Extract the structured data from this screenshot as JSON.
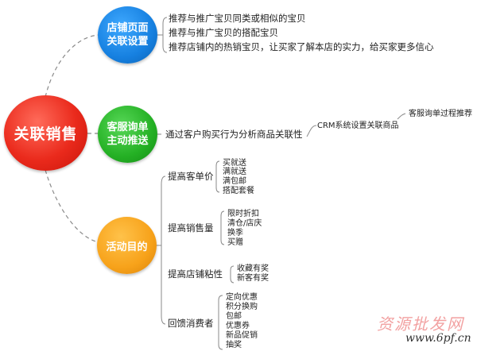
{
  "diagram": {
    "root": "关联销售",
    "branches": [
      {
        "label": "店铺页面\n关联设置",
        "color": "#1680e0",
        "items": [
          "推荐与推广宝贝同类或相似的宝贝",
          "推荐与推广宝贝的搭配宝贝",
          "推荐店铺内的热销宝贝，让买家了解本店的实力，给买家更多信心"
        ]
      },
      {
        "label": "客服询单\n主动推送",
        "color": "#24b024",
        "items": [
          "通过客户购买行为分析商品关联性"
        ],
        "sub": "CRM系统设置关联商品",
        "subsub": "客服询单过程推荐"
      },
      {
        "label": "活动目的",
        "color": "#f7a21a",
        "groups": [
          {
            "label": "提高客单价",
            "items": [
              "买就送",
              "满就送",
              "满包邮",
              "搭配套餐"
            ]
          },
          {
            "label": "提高销售量",
            "items": [
              "限时折扣",
              "清仓/店庆",
              "换季",
              "买赠"
            ]
          },
          {
            "label": "提高店铺粘性",
            "items": [
              "收藏有奖",
              "新客有奖"
            ]
          },
          {
            "label": "回馈消费者",
            "items": [
              "定向优惠",
              "积分换购",
              "包邮",
              "优惠券",
              "新品促销",
              "抽奖"
            ]
          }
        ]
      }
    ]
  },
  "watermark": {
    "brand": "资源批发网",
    "url": "www.6pf.cn"
  }
}
